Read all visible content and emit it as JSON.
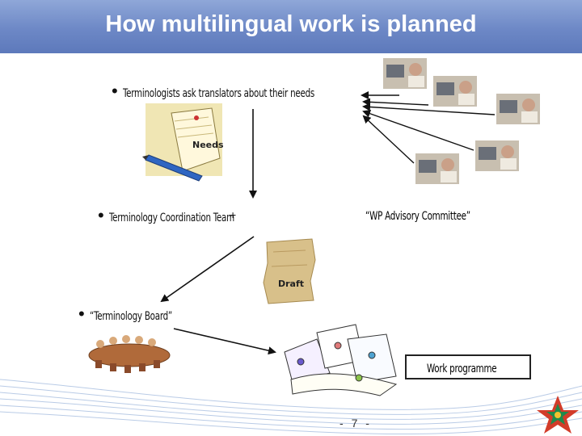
{
  "title": "How multilingual work is planned",
  "bullets": {
    "terminologists": "Terminologists ask translators about their needs",
    "coordination": "Terminology Coordination Team",
    "board": "“Terminology Board”"
  },
  "plus": "+",
  "wp_advisory": "“WP Advisory Committee”",
  "needs_label": "Needs",
  "draft_label": "Draft",
  "work_programme": "Work programme",
  "page_number": "- 7 -",
  "colors": {
    "title_bar": "#6d88c6",
    "title_text": "#ffffff",
    "parchment": "#d8c08a"
  }
}
